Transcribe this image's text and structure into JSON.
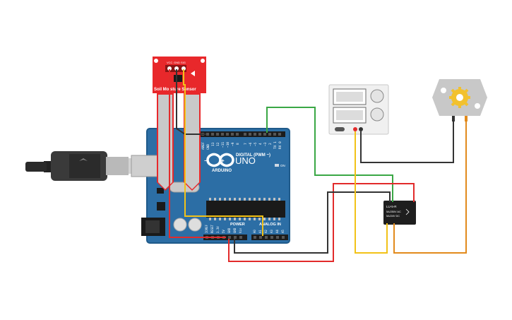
{
  "arduino": {
    "brand": "ARDUINO",
    "model": "UNO",
    "digital_header": "DIGITAL (PWM ~)",
    "power_label": "POWER",
    "analog_label": "ANALOG IN",
    "on_label": "ON",
    "tx_label": "TX",
    "rx_label": "RX",
    "l_label": "L",
    "digital_pins": [
      "AREF",
      "GND",
      "13",
      "12",
      "~11",
      "~10",
      "~9",
      "8",
      "7",
      "~6",
      "~5",
      "4",
      "~3",
      "2",
      "TX 1",
      "RX 0"
    ],
    "power_pins": [
      "IOREF",
      "RESET",
      "3.3V",
      "5V",
      "GND",
      "GND",
      "Vin"
    ],
    "analog_pins": [
      "A0",
      "A1",
      "A2",
      "A3",
      "A4",
      "A5"
    ]
  },
  "soil_sensor": {
    "title": "Soil Moisture Sensor",
    "pins": [
      "VCC",
      "GND",
      "SIG"
    ]
  },
  "relay": {
    "model": "LU-5-R",
    "rating1": "5A/250V AC",
    "rating2": "5A/24V DC"
  },
  "power_supply": {
    "display1": "",
    "display2": ""
  },
  "motor": {},
  "colors": {
    "board": "#2c6ea5",
    "board_dark": "#1f5a8a",
    "sensor_red": "#e8282b",
    "wire_red": "#e22b2b",
    "wire_black": "#333333",
    "wire_green": "#3aa745",
    "wire_yellow": "#f2c218",
    "wire_orange": "#e28a1c",
    "motor_gear": "#f2c12e"
  }
}
